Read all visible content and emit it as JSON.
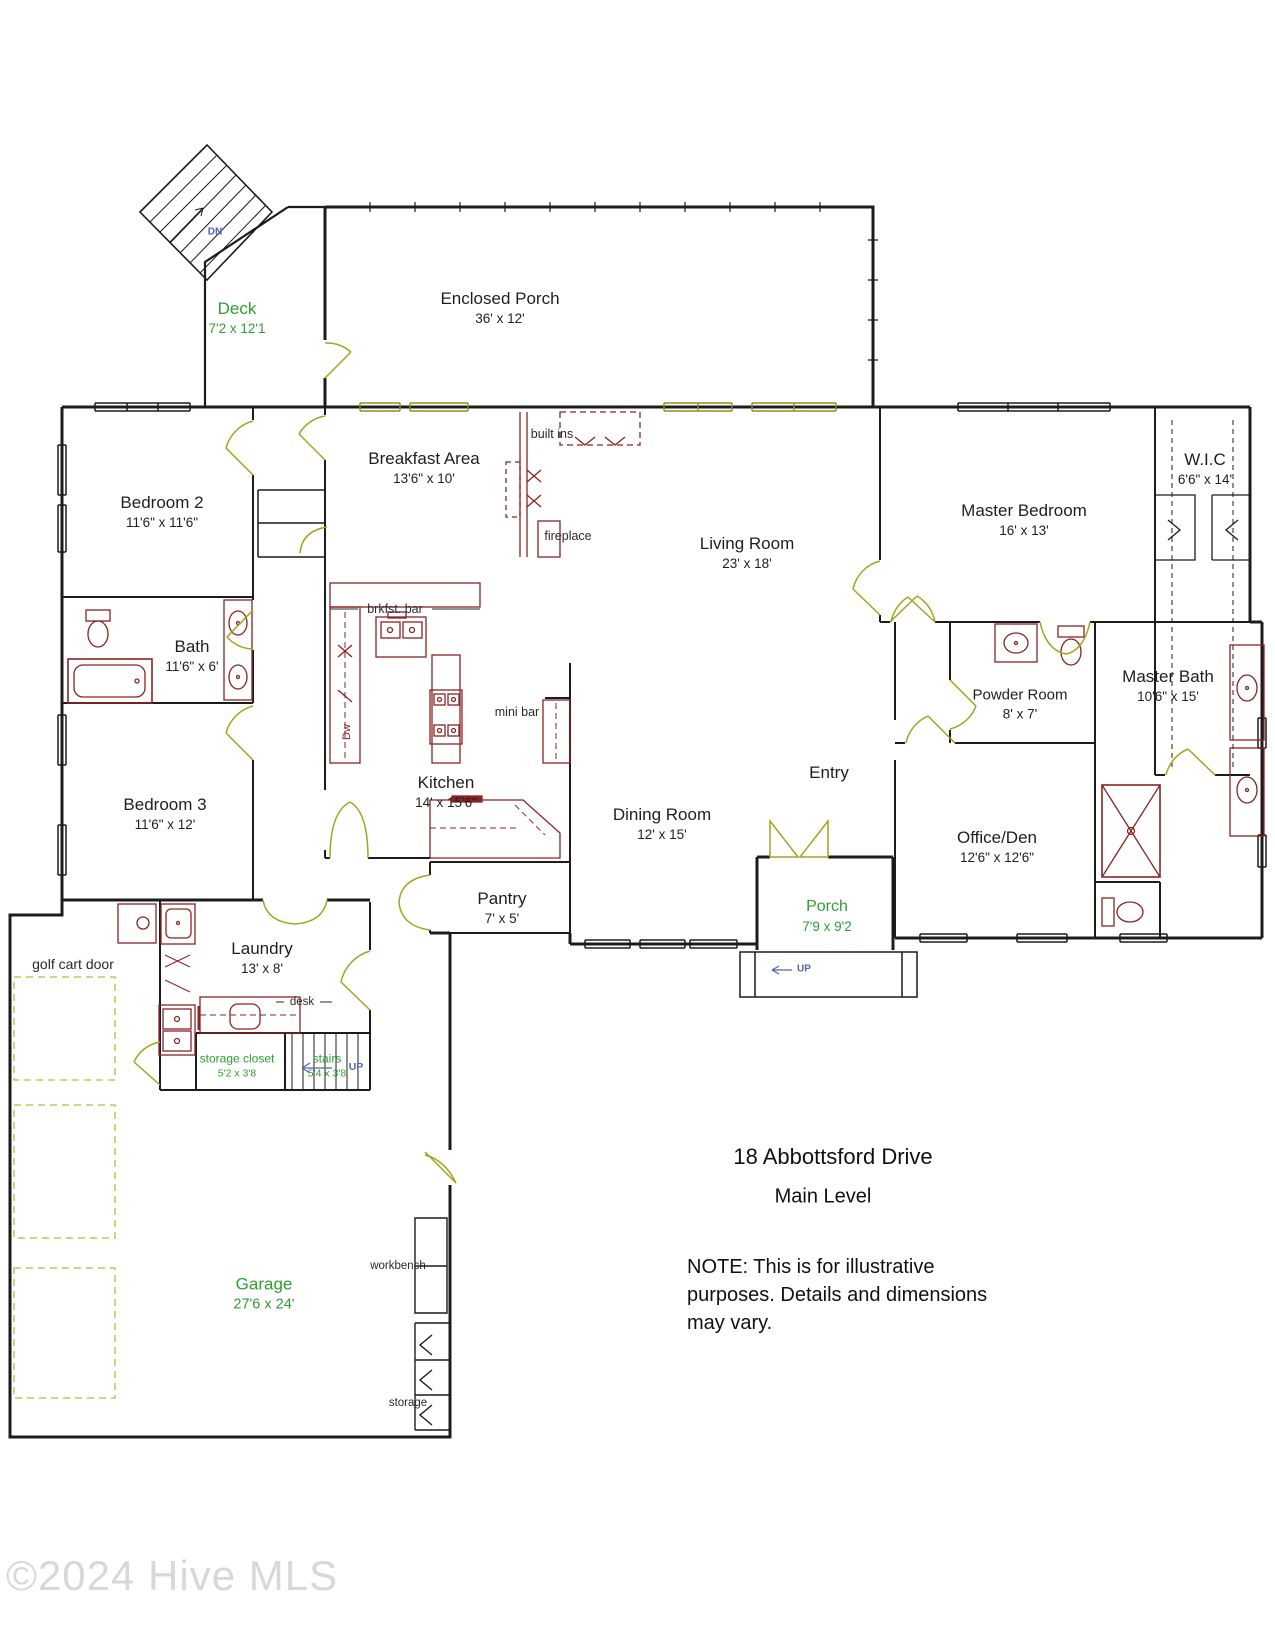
{
  "meta": {
    "address": "18 Abbottsford Drive",
    "level": "Main Level",
    "note_line1": "NOTE: This is for illustrative",
    "note_line2": "purposes. Details and dimensions",
    "note_line3": "may vary.",
    "watermark": "©2024 Hive MLS"
  },
  "colors": {
    "wall": "#1c1c1c",
    "fixture": "#8a2424",
    "door": "#a3a31e",
    "garage_dash": "#b9b93a",
    "green_label": "#2f9e33",
    "blue_label": "#5560b0",
    "watermark": "#d8d8d8"
  },
  "rooms": {
    "deck": {
      "name": "Deck",
      "dims": "7'2 x 12'1"
    },
    "enclosed_porch": {
      "name": "Enclosed Porch",
      "dims": "36' x 12'"
    },
    "bedroom2": {
      "name": "Bedroom 2",
      "dims": "11'6\" x 11'6\""
    },
    "breakfast": {
      "name": "Breakfast Area",
      "dims": "13'6\" x 10'"
    },
    "living": {
      "name": "Living Room",
      "dims": "23' x 18'"
    },
    "master_bedroom": {
      "name": "Master Bedroom",
      "dims": "16' x 13'"
    },
    "wic": {
      "name": "W.I.C",
      "dims": "6'6\" x 14'"
    },
    "bath": {
      "name": "Bath",
      "dims": "11'6\" x 6'"
    },
    "bedroom3": {
      "name": "Bedroom 3",
      "dims": "11'6\" x 12'"
    },
    "kitchen": {
      "name": "Kitchen",
      "dims": "14' x 15'6\""
    },
    "dining": {
      "name": "Dining Room",
      "dims": "12' x 15'"
    },
    "entry": {
      "name": "Entry",
      "dims": ""
    },
    "powder": {
      "name": "Powder Room",
      "dims": "8' x 7'"
    },
    "master_bath": {
      "name": "Master Bath",
      "dims": "10'6\" x 15'"
    },
    "office": {
      "name": "Office/Den",
      "dims": "12'6\" x 12'6\""
    },
    "porch": {
      "name": "Porch",
      "dims": "7'9 x 9'2"
    },
    "pantry": {
      "name": "Pantry",
      "dims": "7' x 5'"
    },
    "laundry": {
      "name": "Laundry",
      "dims": "13' x 8'"
    },
    "storage_closet": {
      "name": "storage closet",
      "dims": "5'2 x 3'8"
    },
    "stairs": {
      "name": "stairs",
      "dims": "5'4 x 3'8"
    },
    "garage": {
      "name": "Garage",
      "dims": "27'6 x 24'"
    }
  },
  "annotations": {
    "built_ins": "built ins",
    "fireplace": "fireplace",
    "brkfst_bar": "brkfst. bar",
    "mini_bar": "mini bar",
    "dw": "Dw",
    "desk": "desk",
    "golf_cart_door": "golf cart door",
    "workbench": "workbench",
    "storage": "storage",
    "dn": "DN",
    "up_stairs": "UP",
    "up_porch": "UP"
  }
}
